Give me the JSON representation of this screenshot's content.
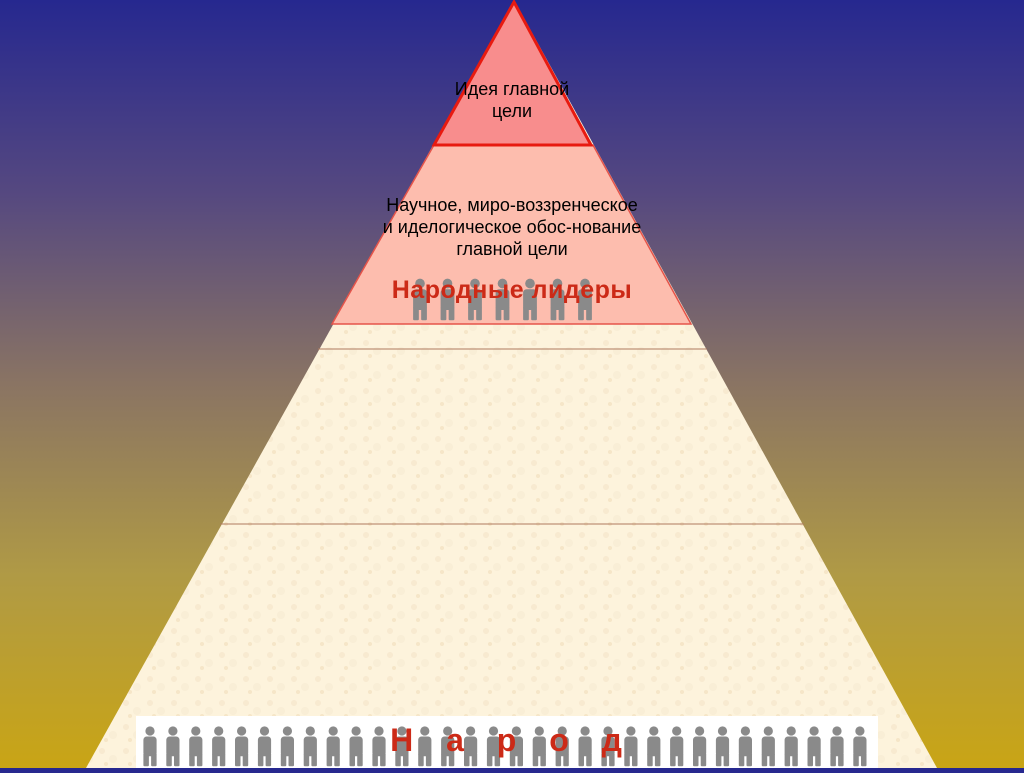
{
  "pyramid": {
    "apex_text": "Идея главной цели",
    "science_text": "Научное, миро-воззренческое и иделогическое обос-нование главной цели",
    "leaders_text": "Народные лидеры",
    "people_text": "Н а р о д"
  },
  "colors": {
    "apex_fill": "#f88d8d",
    "apex_stroke": "#e81a10",
    "science_fill": "#fdbdae",
    "science_stroke": "#e5544a",
    "body_fill": "#fdf3dc",
    "label_red": "#cc2a17",
    "figure_gray": "#8a8a8a"
  },
  "figures": {
    "leaders_count": 7,
    "people_count": 32
  }
}
